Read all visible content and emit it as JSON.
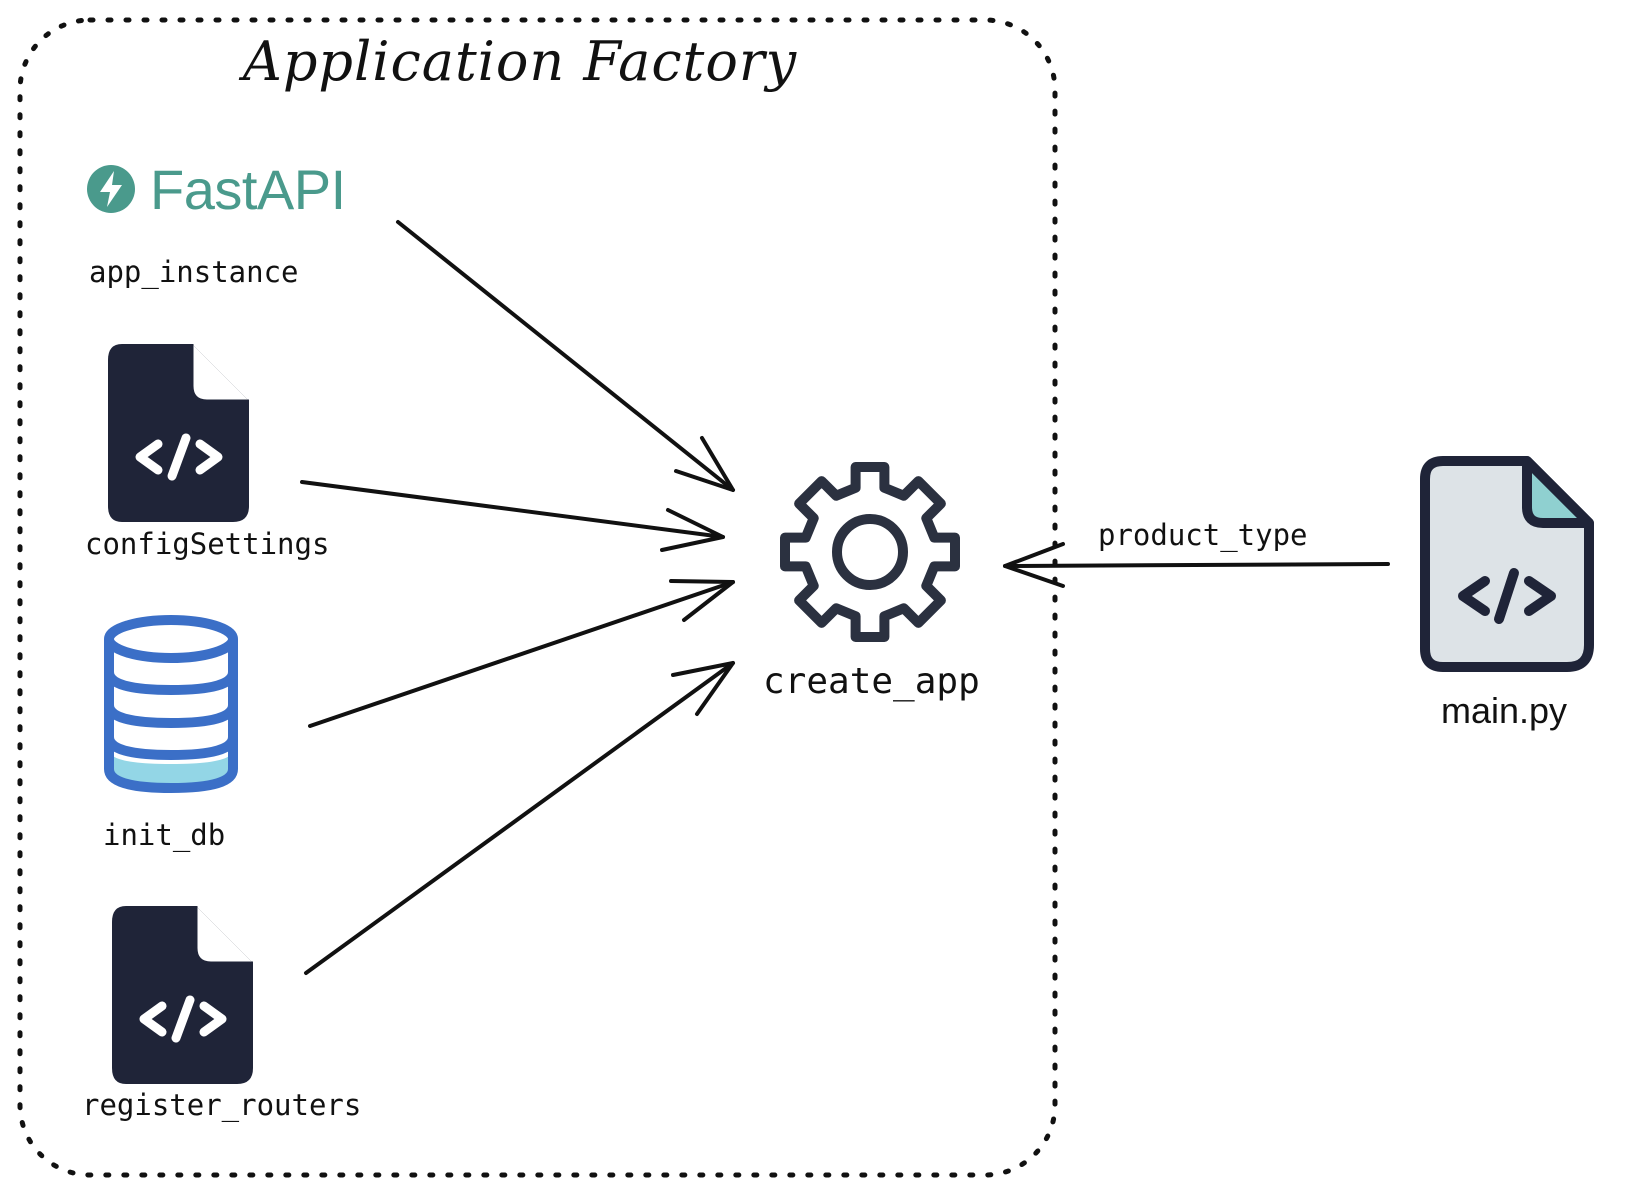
{
  "group": {
    "title": "Application Factory",
    "border_color": "#111111"
  },
  "nodes": {
    "fastapi": {
      "logo_text": "FastAPI",
      "label": "app_instance",
      "logo_color": "#4a9a8c",
      "icon": "lightning-bolt-icon"
    },
    "config": {
      "label": "configSettings",
      "icon": "code-file-icon",
      "fill": "#1f2438"
    },
    "db": {
      "label": "init_db",
      "icon": "database-icon",
      "stroke": "#3b6fc7",
      "accent": "#93d6e6"
    },
    "routers": {
      "label": "register_routers",
      "icon": "code-file-icon",
      "fill": "#1f2438"
    },
    "create_app": {
      "label": "create_app",
      "icon": "gear-icon",
      "stroke": "#2b3140"
    },
    "main": {
      "label": "main.py",
      "icon": "code-file-icon",
      "fill": "#dde3e7",
      "stroke": "#1f2438",
      "accent": "#8fd0d0"
    }
  },
  "edges": [
    {
      "from": "app_instance",
      "to": "create_app"
    },
    {
      "from": "configSettings",
      "to": "create_app"
    },
    {
      "from": "init_db",
      "to": "create_app"
    },
    {
      "from": "register_routers",
      "to": "create_app"
    },
    {
      "from": "main.py",
      "to": "create_app",
      "label": "product_type"
    }
  ]
}
